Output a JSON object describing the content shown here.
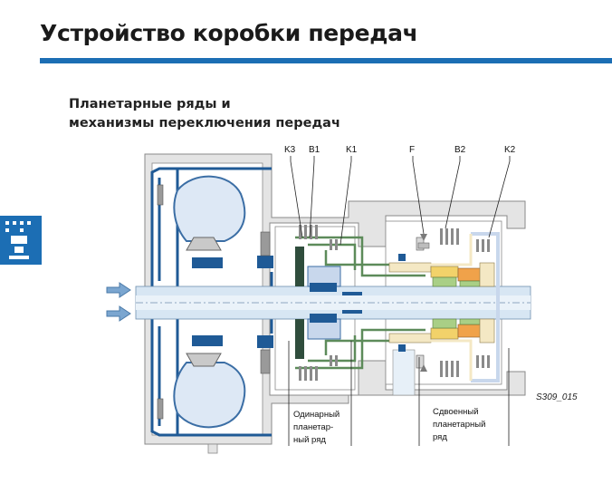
{
  "header": {
    "title": "Устройство коробки передач"
  },
  "section": {
    "subtitle_line1": "Планетарные ряды и",
    "subtitle_line2": "механизмы переключения передач"
  },
  "diagram": {
    "component_labels": {
      "k3": "K3",
      "b1": "B1",
      "k1": "K1",
      "f": "F",
      "b2": "B2",
      "k2": "K2"
    },
    "captions": {
      "single_line1": "Одинарный",
      "single_line2": "планетар-",
      "single_line3": "ный ряд",
      "double_line1": "Сдвоенный",
      "double_line2": "планетарный",
      "double_line3": "ряд"
    },
    "figure_id": "S309_015"
  },
  "colors": {
    "accent_blue": "#1c6eb4",
    "housing": "#e4e4e4",
    "housing_stroke": "#8a8a8a",
    "oil_blue": "#1f5a96",
    "clutch_green": "#5d8b5a",
    "shaft": "#d7e6f3",
    "gear_yellow": "#f2d26a",
    "gear_orange": "#f0a24a",
    "gear_green": "#a9cf86",
    "cream": "#f4e8c4"
  }
}
